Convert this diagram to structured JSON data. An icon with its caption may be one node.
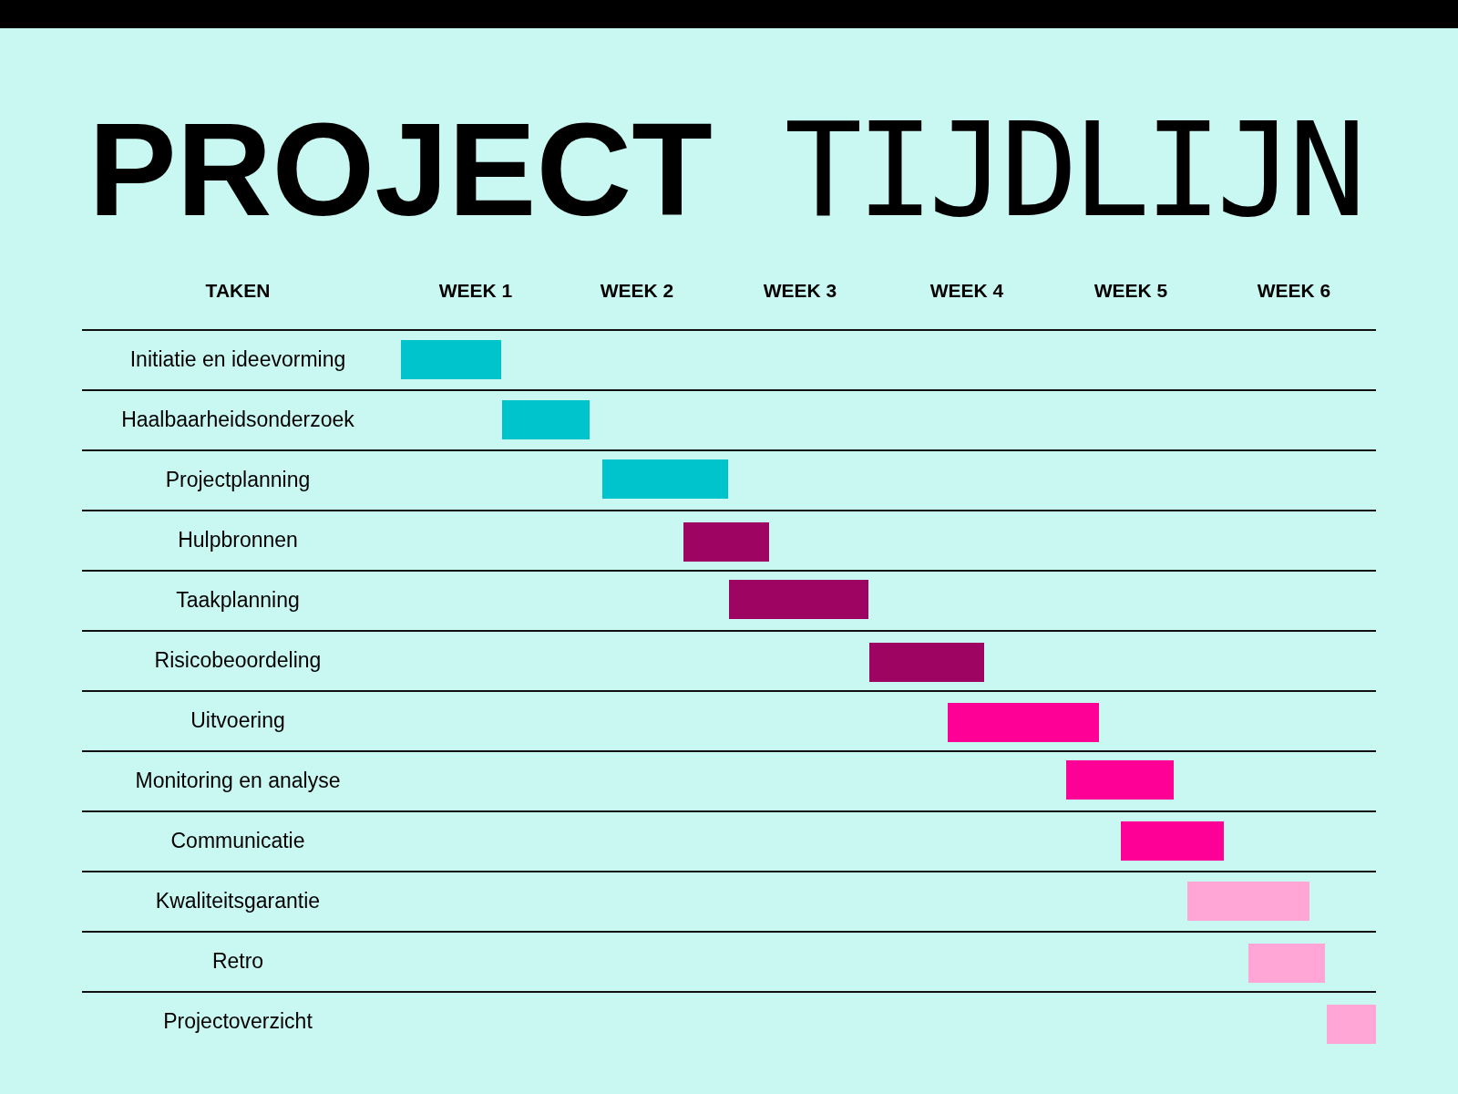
{
  "diagram": {
    "title": "**PROJECT** TIJDLIJN",
    "nodes": [
      {
        "text": [],
        "shape": "bar"
      },
      {
        "text": [],
        "shape": "bar"
      },
      {
        "text": [],
        "shape": "bar"
      },
      {
        "text": [],
        "shape": "bar"
      },
      {
        "text": [],
        "shape": "bar"
      },
      {
        "text": [],
        "shape": "bar"
      },
      {
        "text": [],
        "shape": "bar"
      },
      {
        "text": [],
        "shape": "bar"
      },
      {
        "text": [],
        "shape": "bar"
      },
      {
        "text": [],
        "shape": "bar"
      },
      {
        "text": [],
        "shape": "bar"
      },
      {
        "text": [],
        "shape": "bar"
      }
    ],
    "labels": [
      "TAKEN",
      "WEEK 1",
      "WEEK 2",
      "WEEK 3",
      "WEEK 4",
      "WEEK 5",
      "WEEK 6",
      "Initiatie en ideevorming",
      "Haalbaarheidsonderzoek",
      "Projectplanning",
      "Hulpbronnen",
      "Taakplanning",
      "Risicobeoordeling",
      "Uitvoering",
      "Monitoring en analyse",
      "Communicatie",
      "Kwaliteitsgarantie",
      "Retro",
      "Projectoverzicht"
    ]
  }
}
